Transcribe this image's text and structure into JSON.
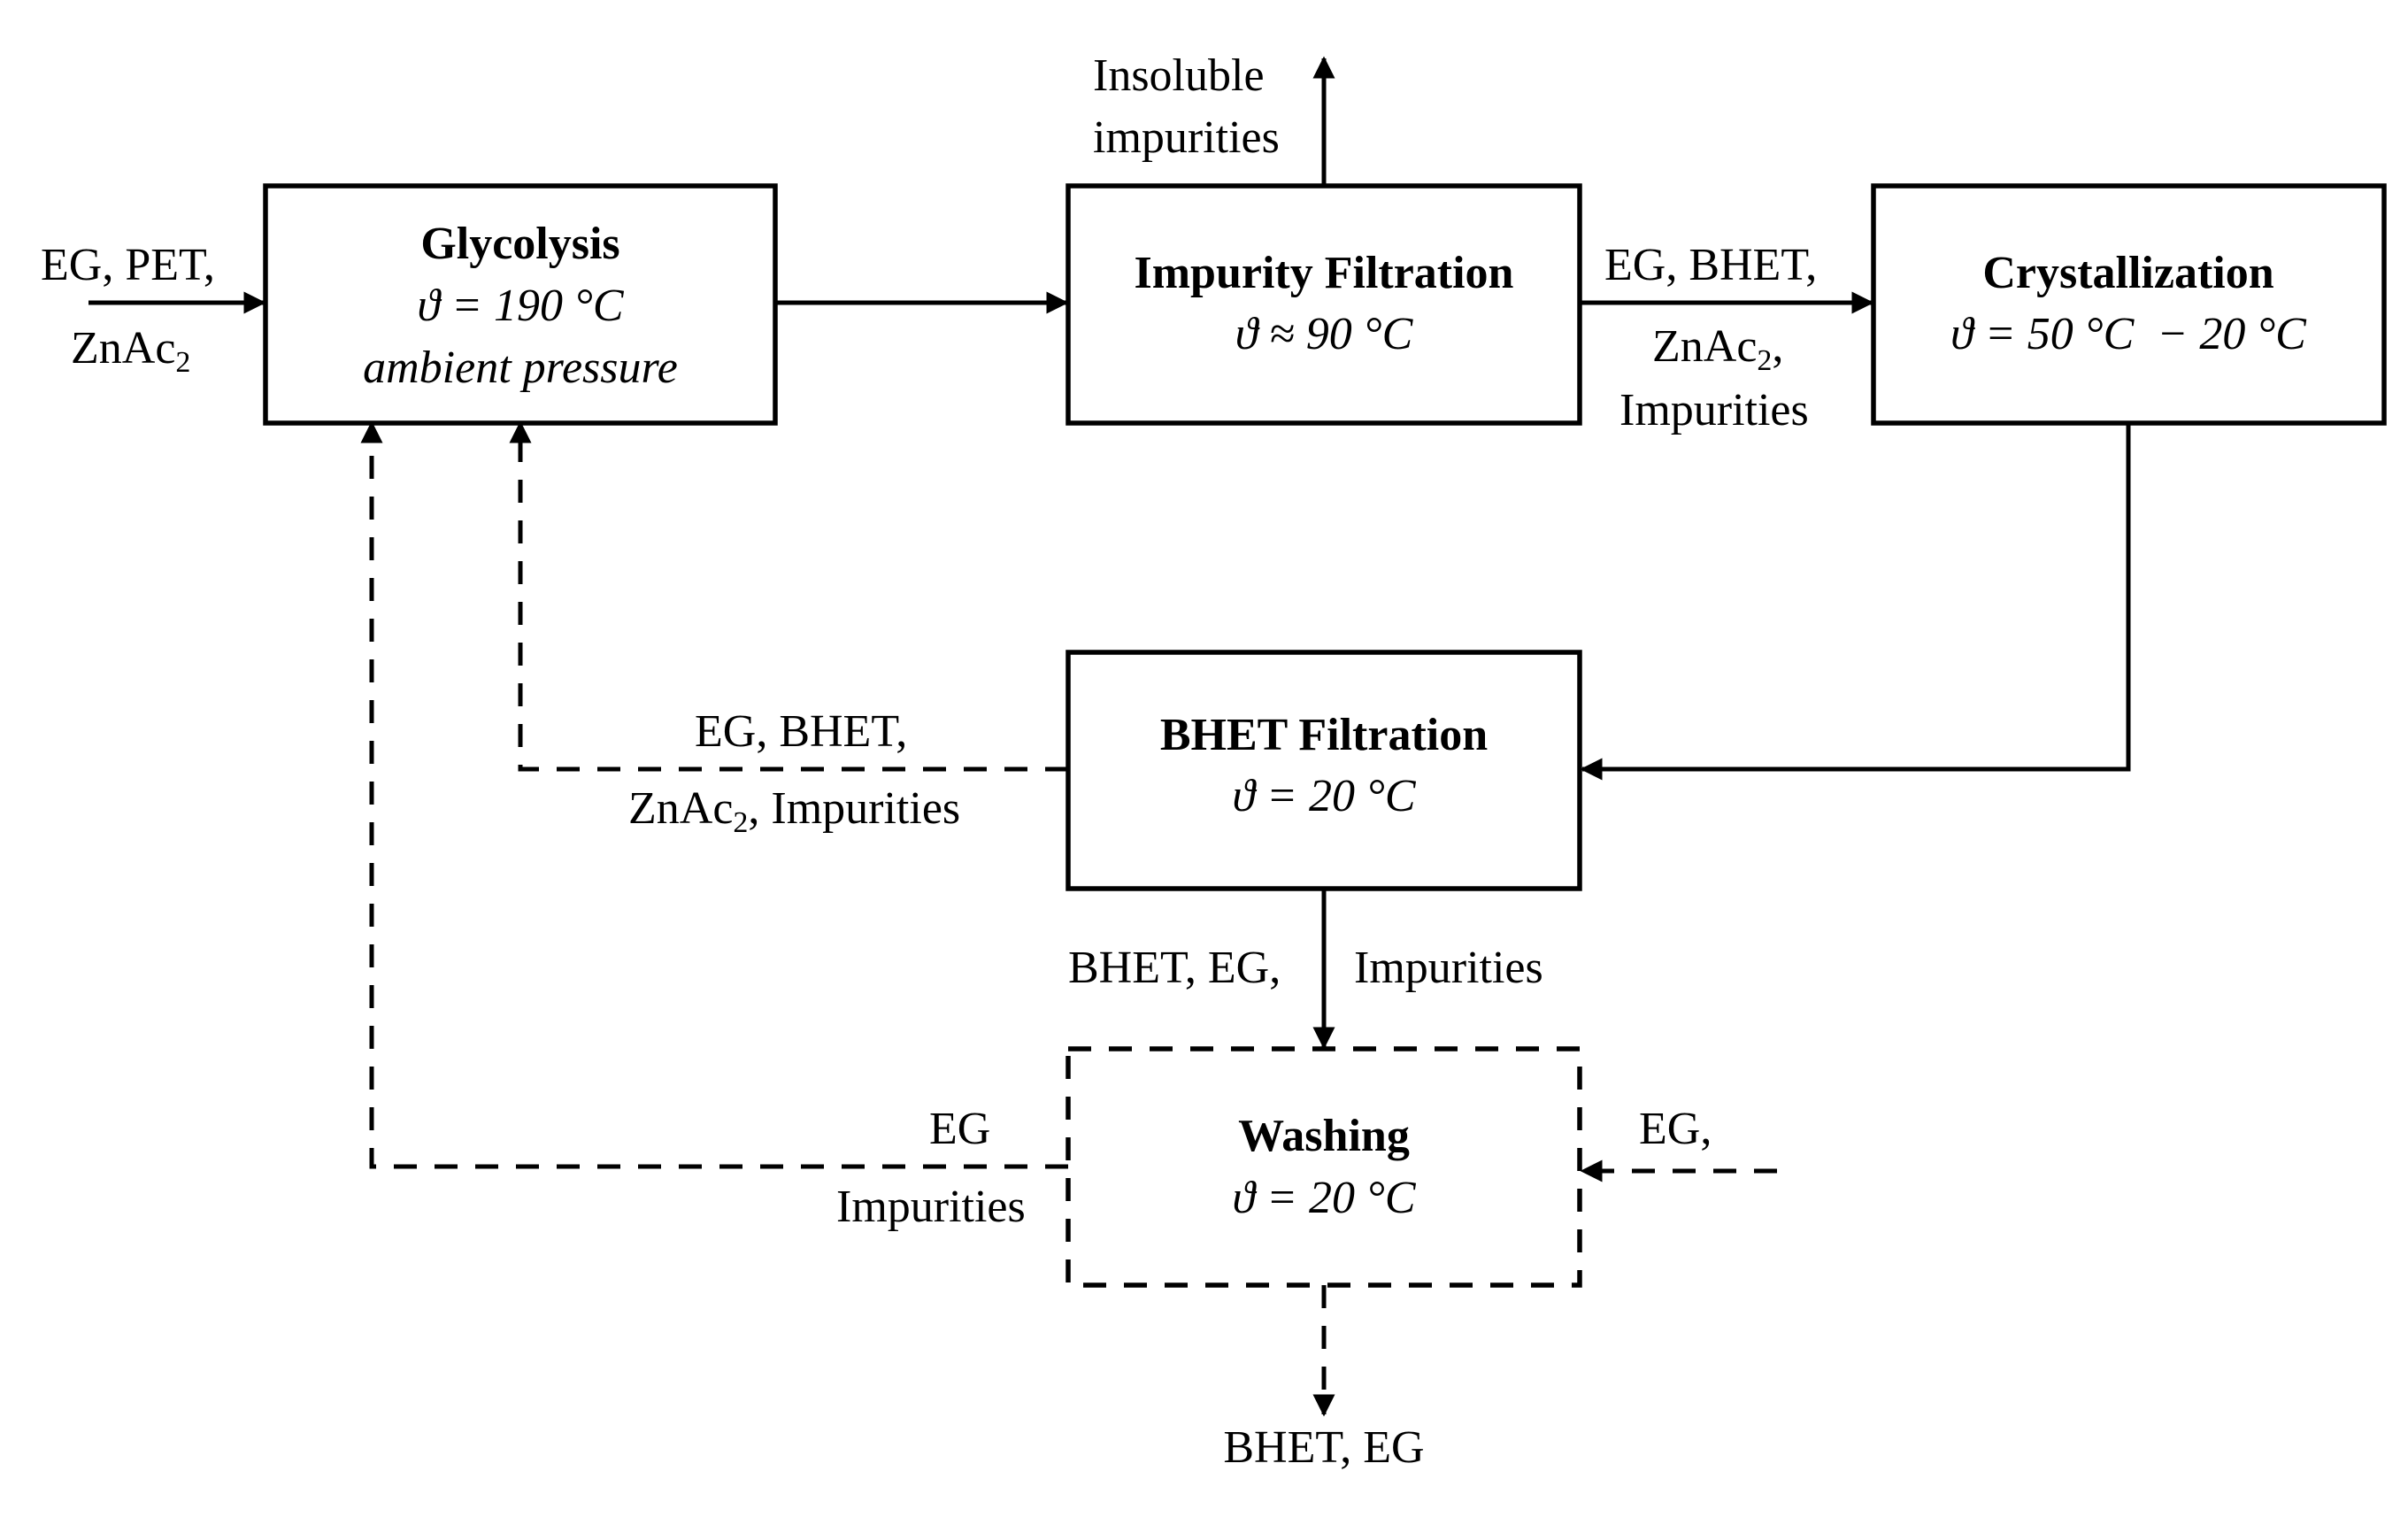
{
  "units": {
    "glycolysis": {
      "name": "Glycolysis",
      "condition": "ϑ = 190 °C",
      "extra": "ambient pressure"
    },
    "impurity_filtration": {
      "name": "Impurity Filtration",
      "condition": "ϑ ≈ 90 °C"
    },
    "crystallization": {
      "name": "Crystallization",
      "condition": "ϑ = 50 °C  − 20 °C"
    },
    "bhet_filtration": {
      "name": "BHET Filtration",
      "condition": "ϑ = 20 °C"
    },
    "washing": {
      "name": "Washing",
      "condition": "ϑ = 20 °C"
    }
  },
  "streams": {
    "feed": {
      "line1": "EG, PET,",
      "line2_base": "ZnAc",
      "line2_sub": "2"
    },
    "insoluble": {
      "line1": "Insoluble",
      "line2": "impurities"
    },
    "to_crystallization": {
      "line1": "EG, BHET,",
      "line2_base": "ZnAc",
      "line2_sub": "2",
      "line2_tail": ",",
      "line3": "Impurities"
    },
    "recycle_mother_liquor": {
      "line1": "EG, BHET,",
      "line2_base": "ZnAc",
      "line2_sub": "2",
      "line2_tail": ", Impurities"
    },
    "to_washing": {
      "left": "BHET, EG,",
      "right": "Impurities"
    },
    "wash_recycle": {
      "line1": "EG",
      "line2": "Impurities"
    },
    "wash_feed": {
      "line1": "EG,"
    },
    "product": {
      "line1": "BHET, EG"
    }
  }
}
